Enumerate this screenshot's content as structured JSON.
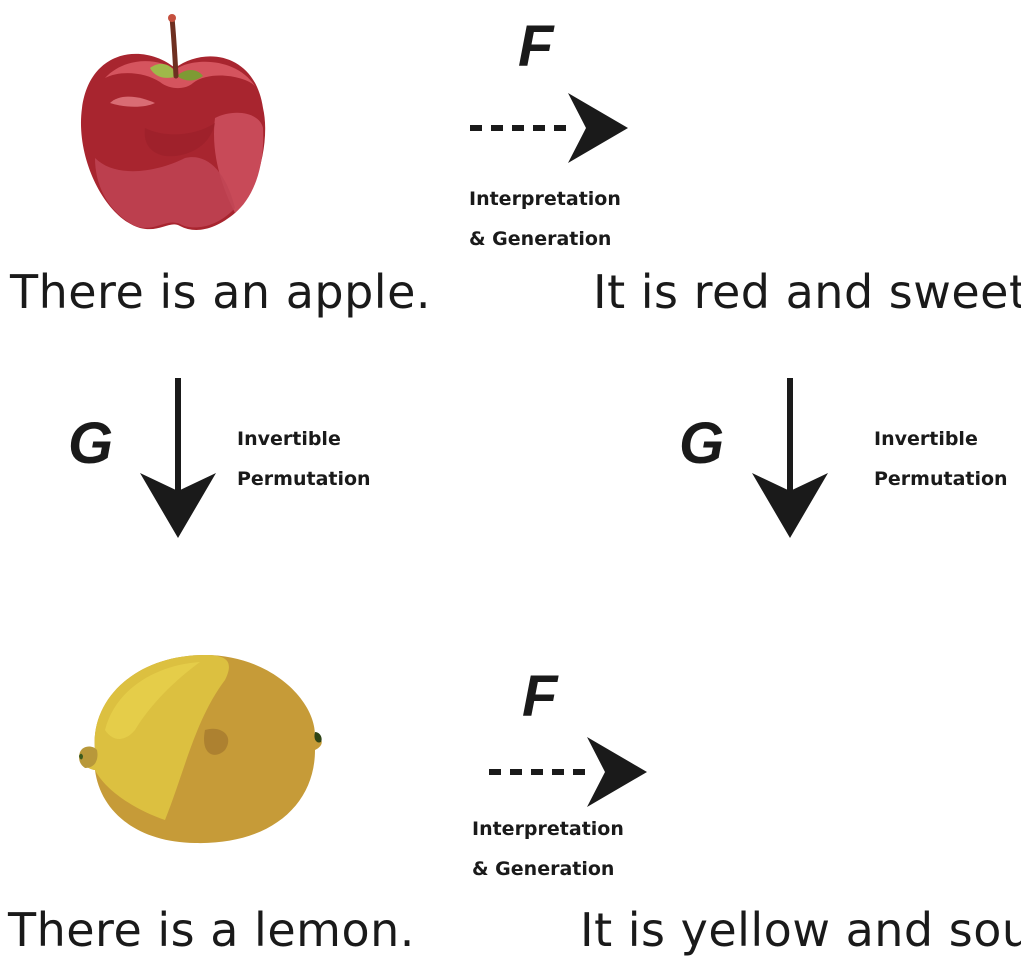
{
  "top": {
    "left_sentence": "There is an apple.",
    "right_sentence": "It is red and sweet.",
    "function_f": "F",
    "f_label_line1": "Interpretation",
    "f_label_line2": "& Generation"
  },
  "middle": {
    "left_function": "G",
    "left_label_line1": "Invertible",
    "left_label_line2": "Permutation",
    "right_function": "G",
    "right_label_line1": "Invertible",
    "right_label_line2": "Permutation"
  },
  "bottom": {
    "left_sentence": "There is a lemon.",
    "right_sentence": "It is yellow and sour.",
    "function_f": "F",
    "f_label_line1": "Interpretation",
    "f_label_line2": "& Generation"
  },
  "colors": {
    "apple": "#b8323f",
    "lemon": "#d8b33a",
    "arrow": "#1a1a1a"
  },
  "icons": [
    "apple-image",
    "lemon-image",
    "dashed-right-arrow",
    "down-arrow"
  ]
}
